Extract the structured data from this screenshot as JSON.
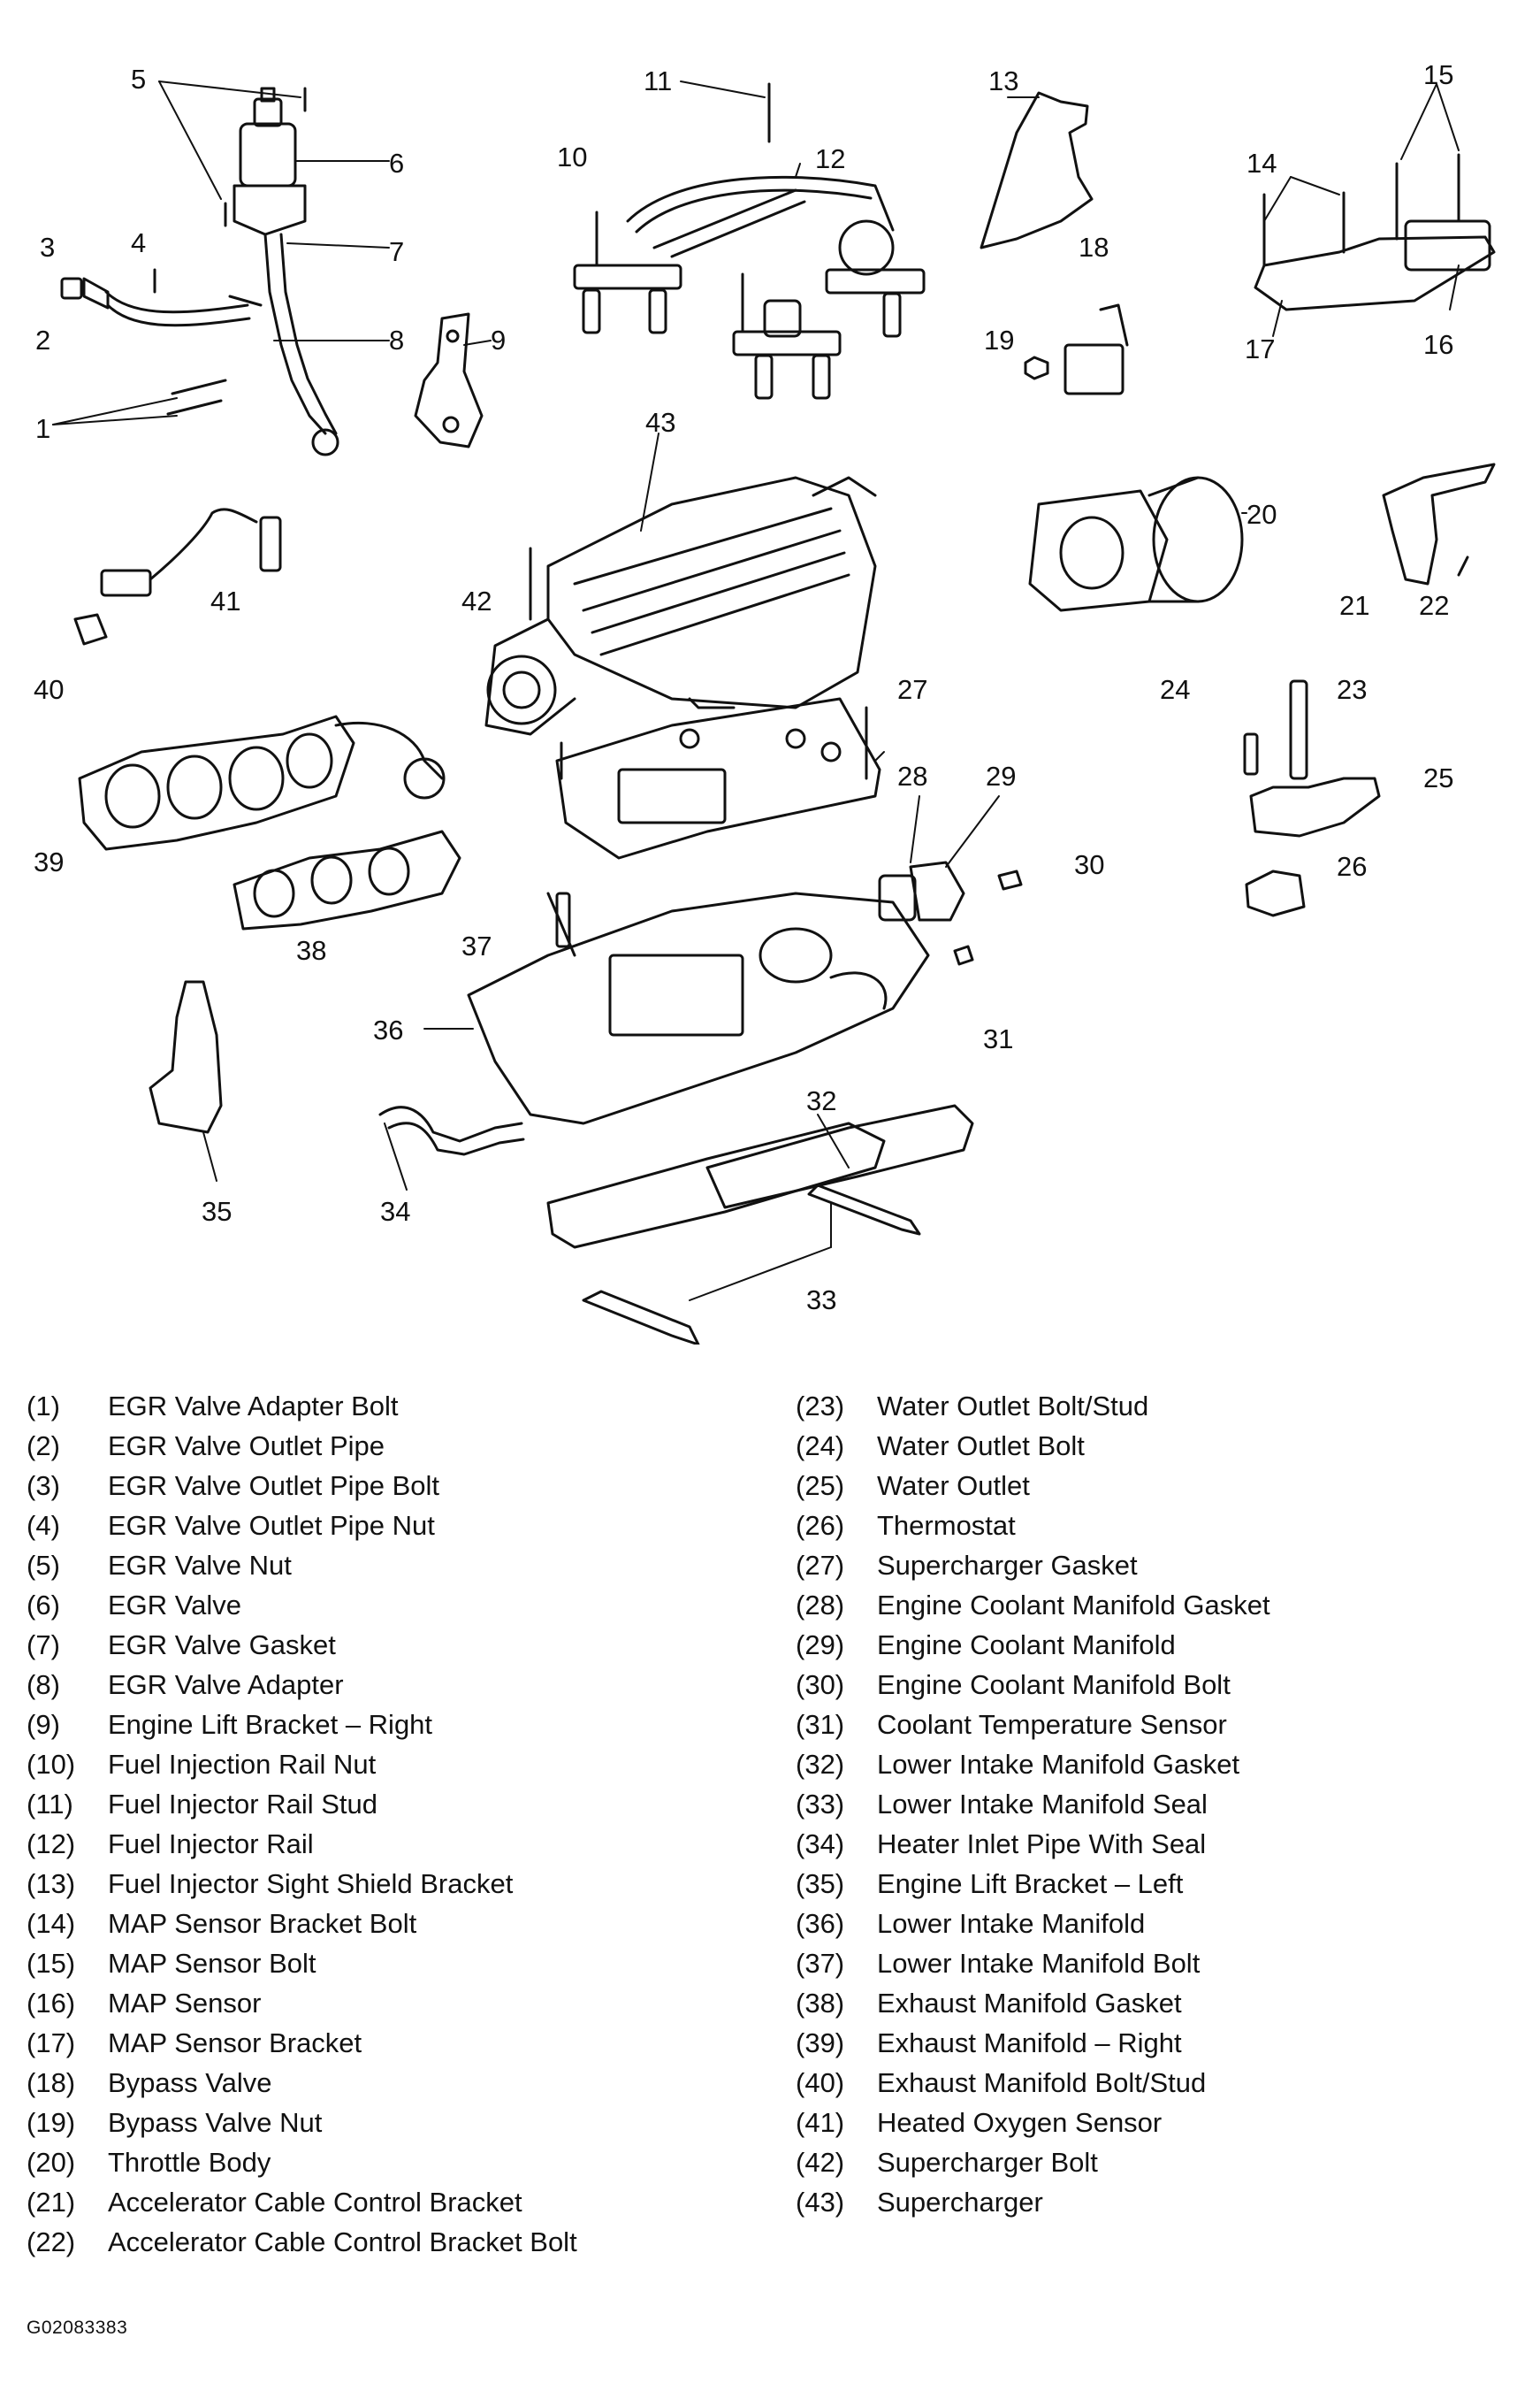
{
  "callouts": [
    "1",
    "2",
    "3",
    "4",
    "5",
    "6",
    "7",
    "8",
    "9",
    "10",
    "11",
    "12",
    "13",
    "14",
    "15",
    "16",
    "17",
    "18",
    "19",
    "20",
    "21",
    "22",
    "23",
    "24",
    "25",
    "26",
    "27",
    "28",
    "29",
    "30",
    "31",
    "32",
    "33",
    "34",
    "35",
    "36",
    "37",
    "38",
    "39",
    "40",
    "41",
    "42",
    "43"
  ],
  "legend_left": [
    {
      "num": "(1)",
      "desc": "EGR Valve Adapter Bolt"
    },
    {
      "num": "(2)",
      "desc": "EGR Valve Outlet Pipe"
    },
    {
      "num": "(3)",
      "desc": "EGR Valve Outlet Pipe Bolt"
    },
    {
      "num": "(4)",
      "desc": "EGR Valve Outlet Pipe Nut"
    },
    {
      "num": "(5)",
      "desc": "EGR Valve Nut"
    },
    {
      "num": "(6)",
      "desc": "EGR Valve"
    },
    {
      "num": "(7)",
      "desc": "EGR Valve Gasket"
    },
    {
      "num": "(8)",
      "desc": "EGR Valve Adapter"
    },
    {
      "num": "(9)",
      "desc": "Engine Lift Bracket – Right"
    },
    {
      "num": "(10)",
      "desc": "Fuel Injection Rail Nut"
    },
    {
      "num": "(11)",
      "desc": "Fuel Injector Rail Stud"
    },
    {
      "num": "(12)",
      "desc": "Fuel Injector Rail"
    },
    {
      "num": "(13)",
      "desc": "Fuel Injector Sight Shield Bracket"
    },
    {
      "num": "(14)",
      "desc": "MAP Sensor Bracket Bolt"
    },
    {
      "num": "(15)",
      "desc": "MAP Sensor Bolt"
    },
    {
      "num": "(16)",
      "desc": "MAP Sensor"
    },
    {
      "num": "(17)",
      "desc": "MAP Sensor Bracket"
    },
    {
      "num": "(18)",
      "desc": "Bypass Valve"
    },
    {
      "num": "(19)",
      "desc": "Bypass Valve Nut"
    },
    {
      "num": "(20)",
      "desc": "Throttle Body"
    },
    {
      "num": "(21)",
      "desc": "Accelerator Cable Control Bracket"
    },
    {
      "num": "(22)",
      "desc": "Accelerator Cable Control Bracket Bolt"
    }
  ],
  "legend_right": [
    {
      "num": "(23)",
      "desc": "Water Outlet Bolt/Stud"
    },
    {
      "num": "(24)",
      "desc": "Water Outlet Bolt"
    },
    {
      "num": "(25)",
      "desc": "Water Outlet"
    },
    {
      "num": "(26)",
      "desc": "Thermostat"
    },
    {
      "num": "(27)",
      "desc": "Supercharger Gasket"
    },
    {
      "num": "(28)",
      "desc": "Engine Coolant Manifold Gasket"
    },
    {
      "num": "(29)",
      "desc": "Engine Coolant Manifold"
    },
    {
      "num": "(30)",
      "desc": "Engine Coolant Manifold Bolt"
    },
    {
      "num": "(31)",
      "desc": "Coolant Temperature Sensor"
    },
    {
      "num": "(32)",
      "desc": "Lower Intake Manifold Gasket"
    },
    {
      "num": "(33)",
      "desc": "Lower Intake Manifold Seal"
    },
    {
      "num": "(34)",
      "desc": "Heater Inlet Pipe With Seal"
    },
    {
      "num": "(35)",
      "desc": "Engine Lift Bracket – Left"
    },
    {
      "num": "(36)",
      "desc": "Lower Intake Manifold"
    },
    {
      "num": "(37)",
      "desc": "Lower Intake Manifold Bolt"
    },
    {
      "num": "(38)",
      "desc": "Exhaust Manifold Gasket"
    },
    {
      "num": "(39)",
      "desc": "Exhaust Manifold – Right"
    },
    {
      "num": "(40)",
      "desc": "Exhaust Manifold Bolt/Stud"
    },
    {
      "num": "(41)",
      "desc": "Heated Oxygen Sensor"
    },
    {
      "num": "(42)",
      "desc": "Supercharger Bolt"
    },
    {
      "num": "(43)",
      "desc": "Supercharger"
    }
  ],
  "figure_id": "G02083383"
}
